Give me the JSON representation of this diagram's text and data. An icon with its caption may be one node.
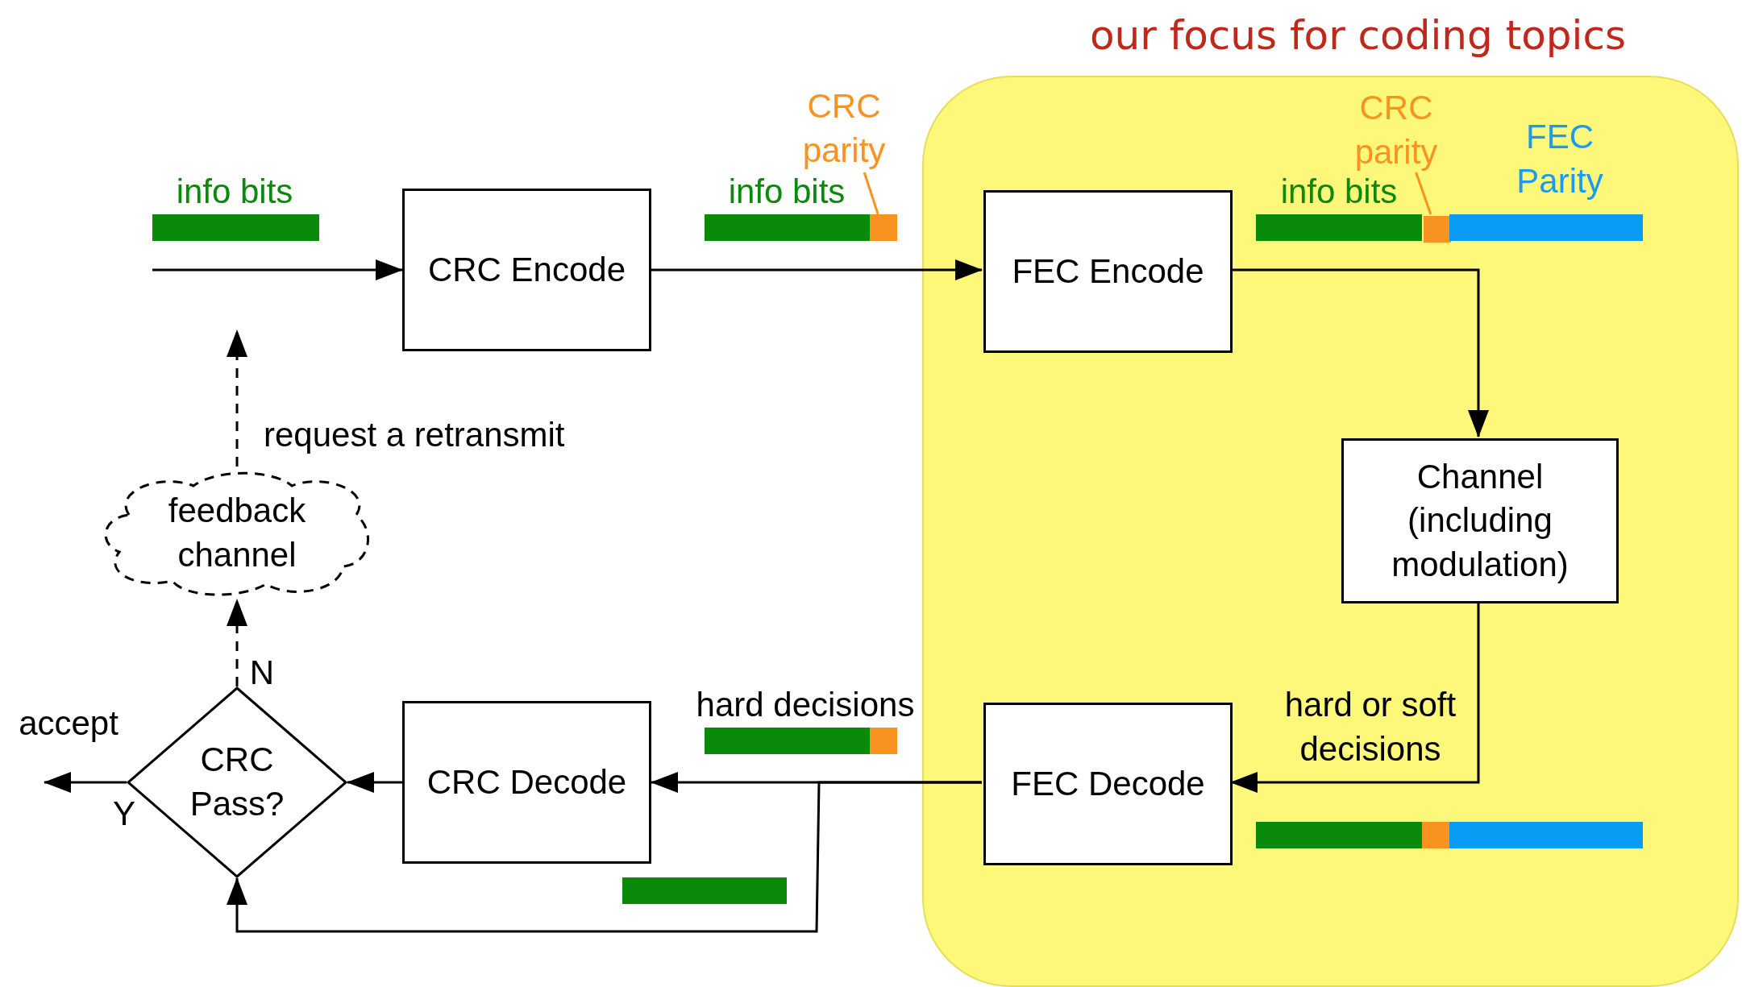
{
  "diagram": {
    "nodes": [
      {
        "text": [
          "our focus for coding topics"
        ]
      },
      {
        "text": [
          "CRC Encode"
        ]
      },
      {
        "text": [
          "FEC Encode"
        ],
        "in": 0
      },
      {
        "text": [
          "Channel (including modulation)"
        ],
        "in": 0
      },
      {
        "text": [
          "FEC Decode"
        ],
        "in": 0
      },
      {
        "text": [
          "CRC Decode"
        ]
      },
      {
        "text": [
          "CRC Pass?"
        ]
      },
      {
        "text": [
          "feedback channel"
        ]
      },
      {
        "text": [
          "CRC parity"
        ]
      },
      {
        "text": [],
        "shape": "bar"
      },
      {
        "text": [
          "CRC parity"
        ],
        "in": 0
      },
      {
        "text": [],
        "shape": "bar",
        "in": 0
      }
    ],
    "edges": [
      {
        "from": null,
        "to": 1,
        "arrow": "to"
      },
      {
        "from": 1,
        "to": 2,
        "arrow": "to"
      },
      {
        "from": 2,
        "to": 3,
        "arrow": "to"
      },
      {
        "from": 3,
        "to": 4,
        "arrow": "to",
        "label": "hard or soft decisions"
      },
      {
        "from": 4,
        "to": 5,
        "arrow": "to"
      },
      {
        "from": 4,
        "to": 6,
        "arrow": "to"
      },
      {
        "from": 5,
        "to": 6,
        "arrow": "to"
      },
      {
        "from": 6,
        "to": null,
        "arrow": "to",
        "label": "Y"
      },
      {
        "from": 6,
        "to": 7,
        "arrow": "to",
        "style": "dashed",
        "label": "N"
      },
      {
        "from": 7,
        "to": null,
        "arrow": "to",
        "style": "dashed",
        "label": "request a retransmit"
      },
      {
        "from": 8,
        "to": 9,
        "arrow": "none",
        "color": "#f7931e"
      },
      {
        "from": 10,
        "to": 11,
        "arrow": "none",
        "color": "#f7931e"
      }
    ],
    "labels": [
      "FEC Parity",
      "info bits",
      "info bits",
      "info bits",
      "hard decisions",
      "accept"
    ]
  }
}
